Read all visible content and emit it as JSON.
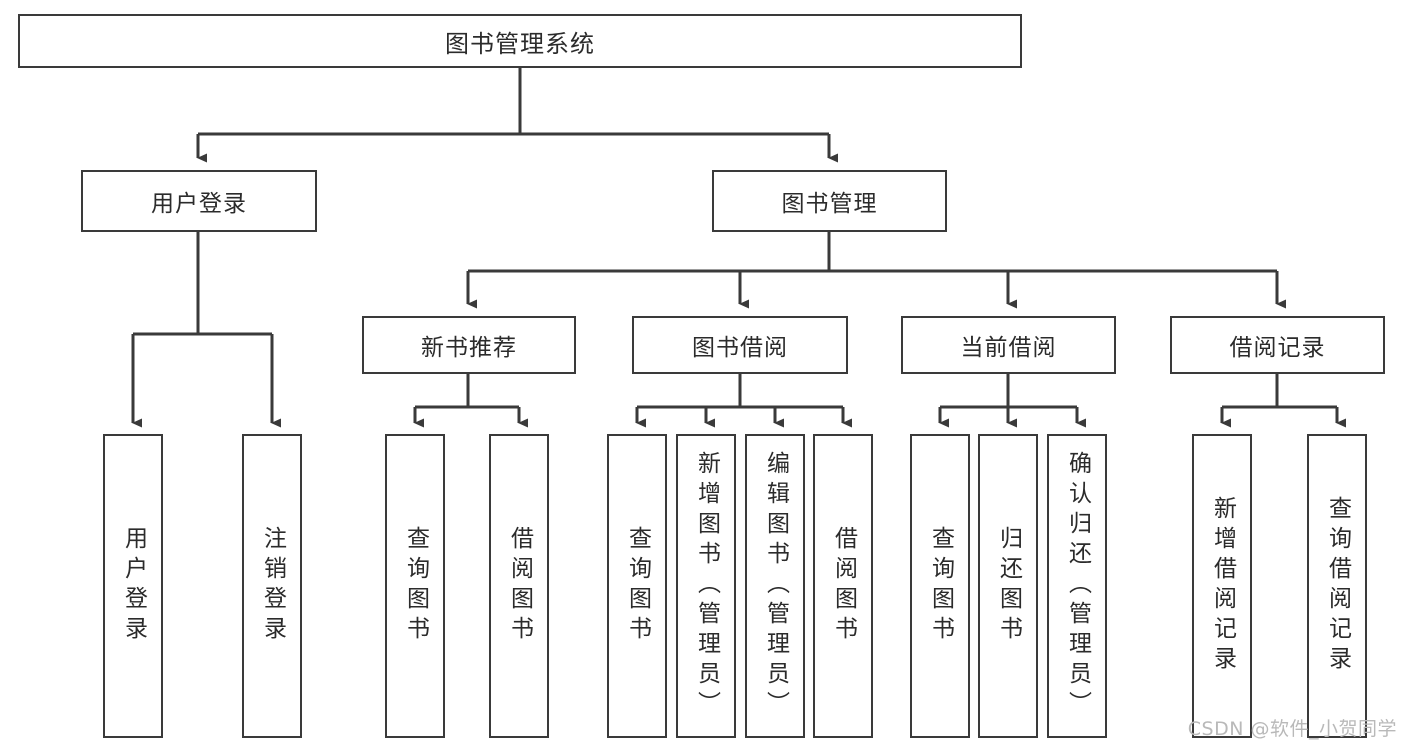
{
  "diagram": {
    "title": "图书管理系统",
    "type": "tree-structure-chart",
    "watermark": "CSDN @软件_小贺同学",
    "colors": {
      "box_border": "#3a3a3a",
      "box_fill": "#ffffff",
      "edge": "#3a3a3a",
      "text": "#2b2b2b",
      "watermark": "#b9b9b9",
      "background": "#ffffff"
    },
    "levels": {
      "level1": "root",
      "level2": "modules",
      "level3": "sub-modules",
      "level4": "operations"
    },
    "root": {
      "label": "图书管理系统",
      "orientation": "horizontal"
    },
    "level2": [
      {
        "id": "user-login",
        "label": "用户登录",
        "orientation": "horizontal"
      },
      {
        "id": "book-management",
        "label": "图书管理",
        "orientation": "horizontal"
      }
    ],
    "level3": [
      {
        "id": "new-book-recommend",
        "label": "新书推荐",
        "orientation": "horizontal",
        "parent": "book-management"
      },
      {
        "id": "book-borrow",
        "label": "图书借阅",
        "orientation": "horizontal",
        "parent": "book-management"
      },
      {
        "id": "current-borrow",
        "label": "当前借阅",
        "orientation": "horizontal",
        "parent": "book-management"
      },
      {
        "id": "borrow-record",
        "label": "借阅记录",
        "orientation": "horizontal",
        "parent": "book-management"
      }
    ],
    "leaves": [
      {
        "id": "leaf-user-login",
        "label": "用户登录",
        "parent": "user-login"
      },
      {
        "id": "leaf-logout-login",
        "label": "注销登录",
        "parent": "user-login"
      },
      {
        "id": "leaf-query-book-1",
        "label": "查询图书",
        "parent": "new-book-recommend"
      },
      {
        "id": "leaf-borrow-book-1",
        "label": "借阅图书",
        "parent": "new-book-recommend"
      },
      {
        "id": "leaf-query-book-2",
        "label": "查询图书",
        "parent": "book-borrow"
      },
      {
        "id": "leaf-add-book",
        "label": "新增图书（管理员）",
        "parent": "book-borrow"
      },
      {
        "id": "leaf-edit-book",
        "label": "编辑图书（管理员）",
        "parent": "book-borrow"
      },
      {
        "id": "leaf-borrow-book-2",
        "label": "借阅图书",
        "parent": "book-borrow"
      },
      {
        "id": "leaf-query-book-3",
        "label": "查询图书",
        "parent": "current-borrow"
      },
      {
        "id": "leaf-return-book",
        "label": "归还图书",
        "parent": "current-borrow"
      },
      {
        "id": "leaf-confirm-return",
        "label": "确认归还（管理员）",
        "parent": "current-borrow"
      },
      {
        "id": "leaf-add-record",
        "label": "新增借阅记录",
        "parent": "borrow-record"
      },
      {
        "id": "leaf-query-record",
        "label": "查询借阅记录",
        "parent": "borrow-record"
      }
    ]
  }
}
